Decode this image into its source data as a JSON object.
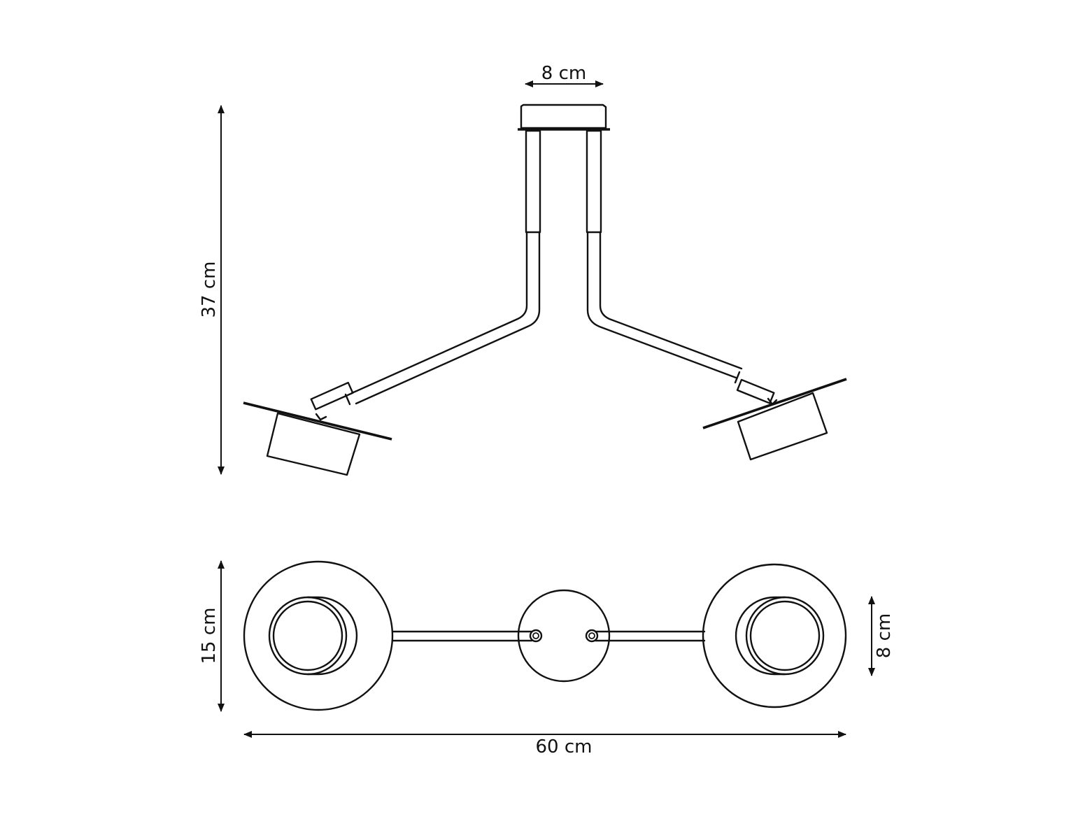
{
  "dimensions": {
    "canopy_width": "8 cm",
    "height": "37 cm",
    "depth": "15 cm",
    "shade_diameter": "8 cm",
    "total_width": "60 cm"
  },
  "colors": {
    "ink": "#111111",
    "background": "#ffffff"
  }
}
